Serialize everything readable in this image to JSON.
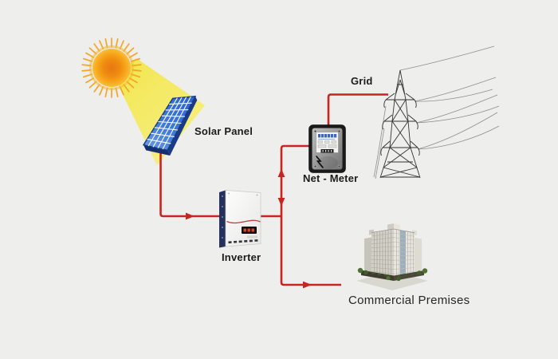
{
  "nodes": {
    "sun": {
      "icon": "sun-icon"
    },
    "solar_panel": {
      "label": "Solar Panel",
      "icon": "solar-panel-icon"
    },
    "inverter": {
      "label": "Inverter",
      "icon": "inverter-icon"
    },
    "net_meter": {
      "label": "Net - Meter",
      "icon": "electric-meter-icon"
    },
    "grid": {
      "label": "Grid",
      "icon": "transmission-tower-icon"
    },
    "commercial_premises": {
      "label": "Commercial Premises",
      "icon": "office-building-icon"
    }
  },
  "connections": [
    {
      "from": "solar_panel",
      "to": "inverter",
      "arrow": "right"
    },
    {
      "from": "inverter",
      "to": "net_meter",
      "arrow": "up"
    },
    {
      "from": "net_meter",
      "to": "commercial_premises",
      "arrow": "down-right"
    },
    {
      "from": "net_meter",
      "to": "grid",
      "arrow": "none"
    }
  ],
  "colors": {
    "background": "#eeeeec",
    "connection_line": "#c82420",
    "sun_beam": "#f3e956",
    "sun_core": "#ef8c10",
    "panel_blue": "#2b63cf",
    "label_text": "#1b1b1b"
  }
}
